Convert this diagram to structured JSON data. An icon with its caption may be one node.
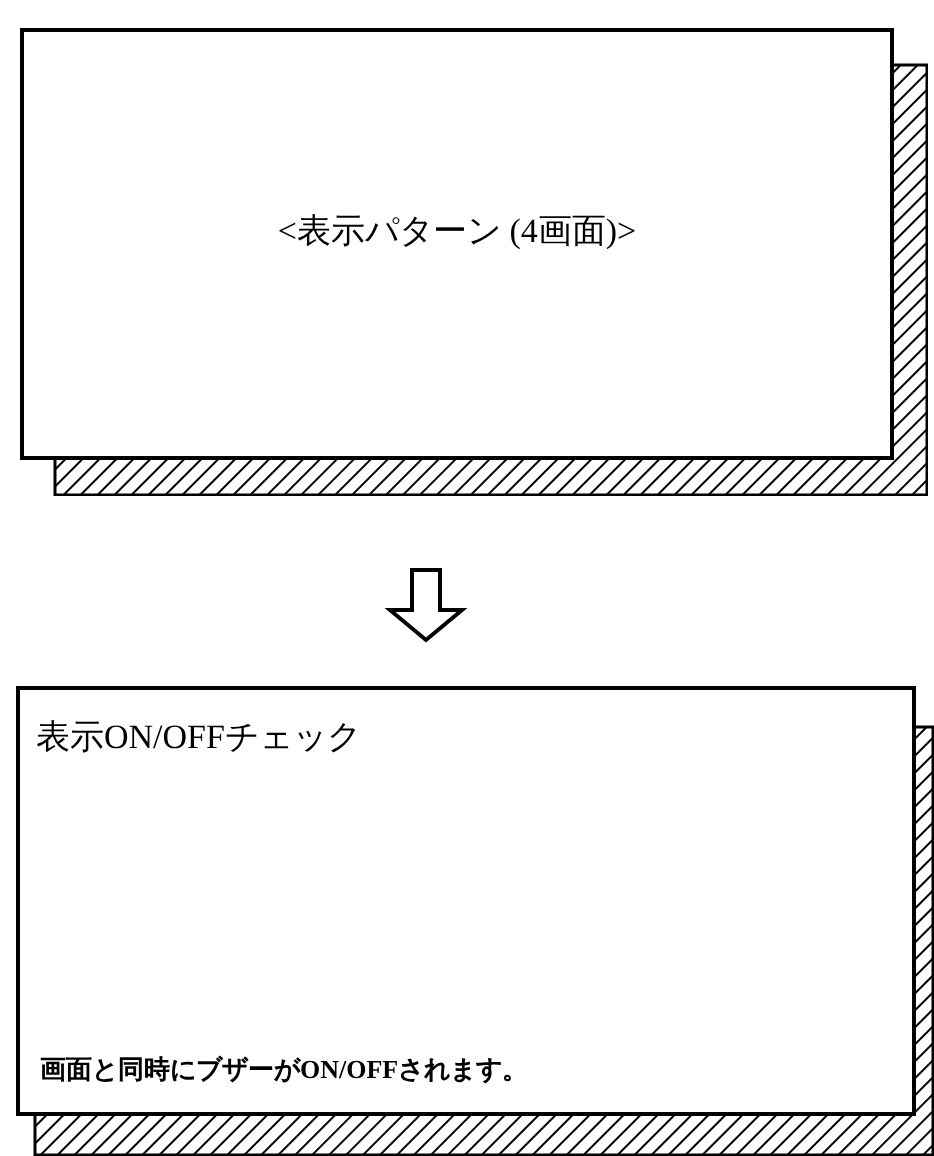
{
  "diagram": {
    "nodes": [
      {
        "text": [
          "<表示パターン (4画面)>"
        ]
      },
      {
        "text": [
          "表示ON/OFFチェック",
          "画面と同時にブザーがON/OFFされます。"
        ]
      }
    ],
    "edges": [
      {
        "from": 0,
        "to": 1,
        "arrow": "to"
      }
    ]
  }
}
